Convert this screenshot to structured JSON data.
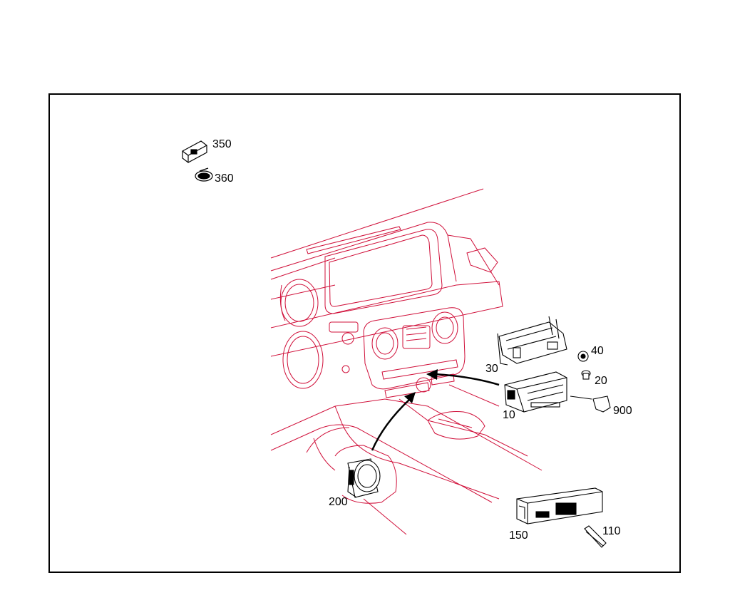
{
  "diagram": {
    "line_color": "#d0103a",
    "part_color": "#000000",
    "callouts": [
      {
        "id": "350",
        "label": "350"
      },
      {
        "id": "360",
        "label": "360"
      },
      {
        "id": "40",
        "label": "40"
      },
      {
        "id": "30",
        "label": "30"
      },
      {
        "id": "20",
        "label": "20"
      },
      {
        "id": "10",
        "label": "10"
      },
      {
        "id": "900",
        "label": "900"
      },
      {
        "id": "200",
        "label": "200"
      },
      {
        "id": "150",
        "label": "150"
      },
      {
        "id": "110",
        "label": "110"
      }
    ]
  }
}
